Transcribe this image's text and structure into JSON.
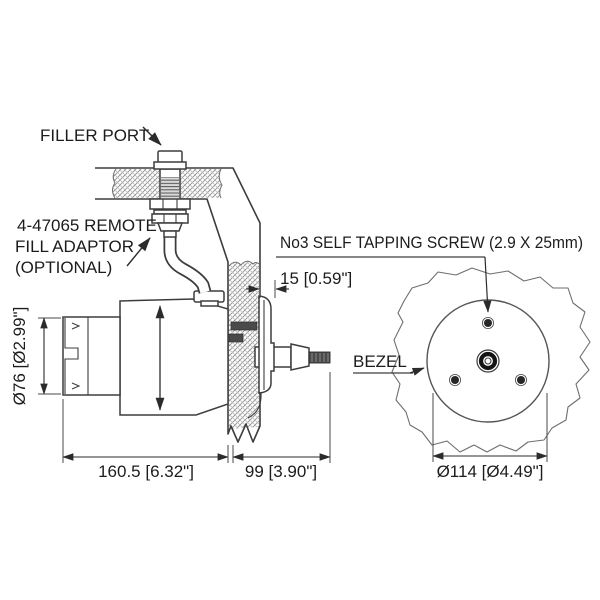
{
  "drawing": {
    "type": "technical-installation-diagram",
    "subject": "hydraulic helm pump dashboard mounting, side view and bezel rear view",
    "labels": {
      "filler_port": "FILLER PORT",
      "remote_fill_line1": "4-47065 REMOTE",
      "remote_fill_line2": "FILL ADAPTOR",
      "remote_fill_line3": "(OPTIONAL)",
      "screw_note": "No3 SELF TAPPING SCREW (2.9 X 25mm)",
      "bezel": "BEZEL"
    },
    "dimensions": {
      "bezel_protrusion": "15 [0.59\"]",
      "pump_body_diameter": "Ø76 [Ø2.99\"]",
      "pump_length": "160.5 [6.32\"]",
      "panel_to_shaft_end": "99 [3.90\"]",
      "bezel_diameter": "Ø114 [Ø4.49\"]"
    },
    "colors": {
      "line": "#3d3d3d",
      "light_line": "#6e6e6e",
      "hatch": "#8f8f8f",
      "dark_fill": "#4a4a4a",
      "text": "#1c1c1c",
      "background": "#ffffff"
    }
  }
}
